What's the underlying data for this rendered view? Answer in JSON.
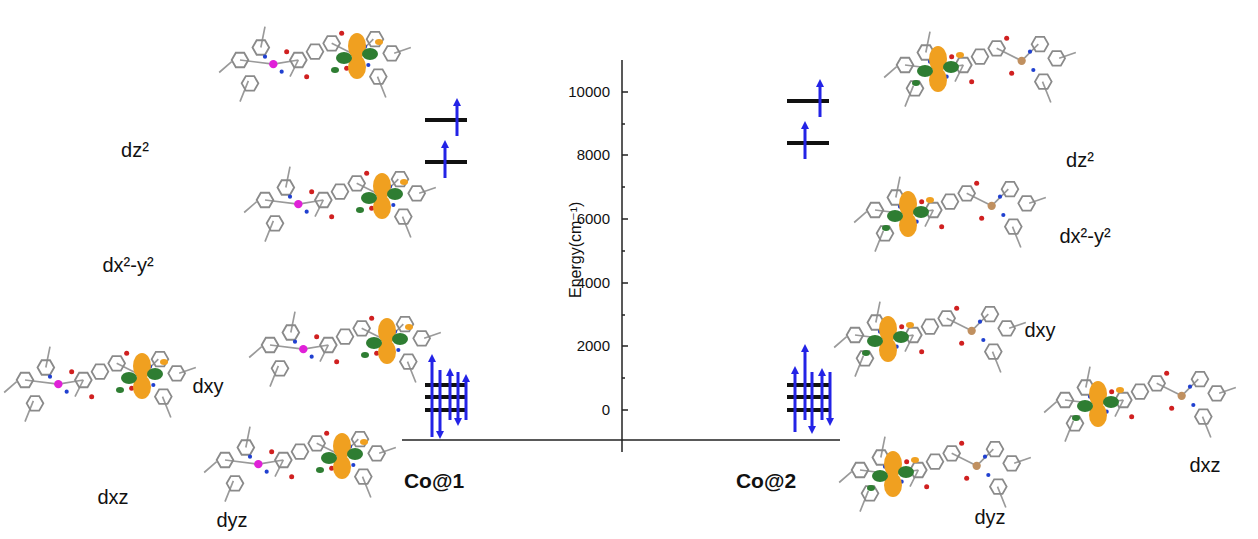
{
  "diagram": {
    "labels": [
      "dz²",
      "dx²-y²",
      "dxy",
      "dxz",
      "dyz",
      "Co@1",
      "Energy(cm⁻¹)",
      "10000",
      "8000",
      "6000",
      "4000",
      "2000",
      "0",
      "Co@2",
      "dz²",
      "dx²-y²",
      "dxy",
      "dyz",
      "dxz"
    ]
  }
}
